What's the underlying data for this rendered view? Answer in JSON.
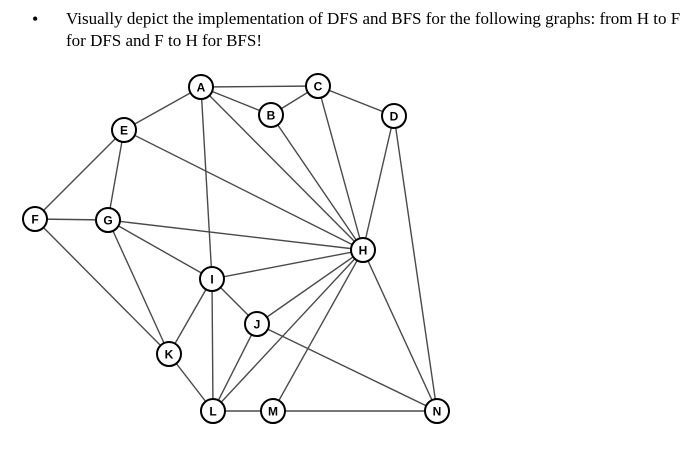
{
  "question": {
    "bullet": "•",
    "text": "Visually depict the implementation of DFS and BFS for the following graphs: from H to F for DFS and F to H for BFS!"
  },
  "graph": {
    "nodes": [
      "A",
      "B",
      "C",
      "D",
      "E",
      "F",
      "G",
      "H",
      "I",
      "J",
      "K",
      "L",
      "M",
      "N"
    ],
    "edges": [
      [
        "A",
        "C"
      ],
      [
        "A",
        "B"
      ],
      [
        "A",
        "E"
      ],
      [
        "A",
        "H"
      ],
      [
        "A",
        "I"
      ],
      [
        "B",
        "C"
      ],
      [
        "B",
        "H"
      ],
      [
        "C",
        "D"
      ],
      [
        "C",
        "H"
      ],
      [
        "D",
        "H"
      ],
      [
        "D",
        "N"
      ],
      [
        "E",
        "F"
      ],
      [
        "E",
        "G"
      ],
      [
        "E",
        "H"
      ],
      [
        "F",
        "G"
      ],
      [
        "F",
        "K"
      ],
      [
        "G",
        "H"
      ],
      [
        "G",
        "I"
      ],
      [
        "G",
        "K"
      ],
      [
        "I",
        "H"
      ],
      [
        "I",
        "K"
      ],
      [
        "I",
        "J"
      ],
      [
        "I",
        "L"
      ],
      [
        "J",
        "H"
      ],
      [
        "J",
        "L"
      ],
      [
        "J",
        "N"
      ],
      [
        "K",
        "L"
      ],
      [
        "L",
        "H"
      ],
      [
        "L",
        "M"
      ],
      [
        "M",
        "H"
      ],
      [
        "M",
        "N"
      ],
      [
        "H",
        "N"
      ]
    ]
  }
}
